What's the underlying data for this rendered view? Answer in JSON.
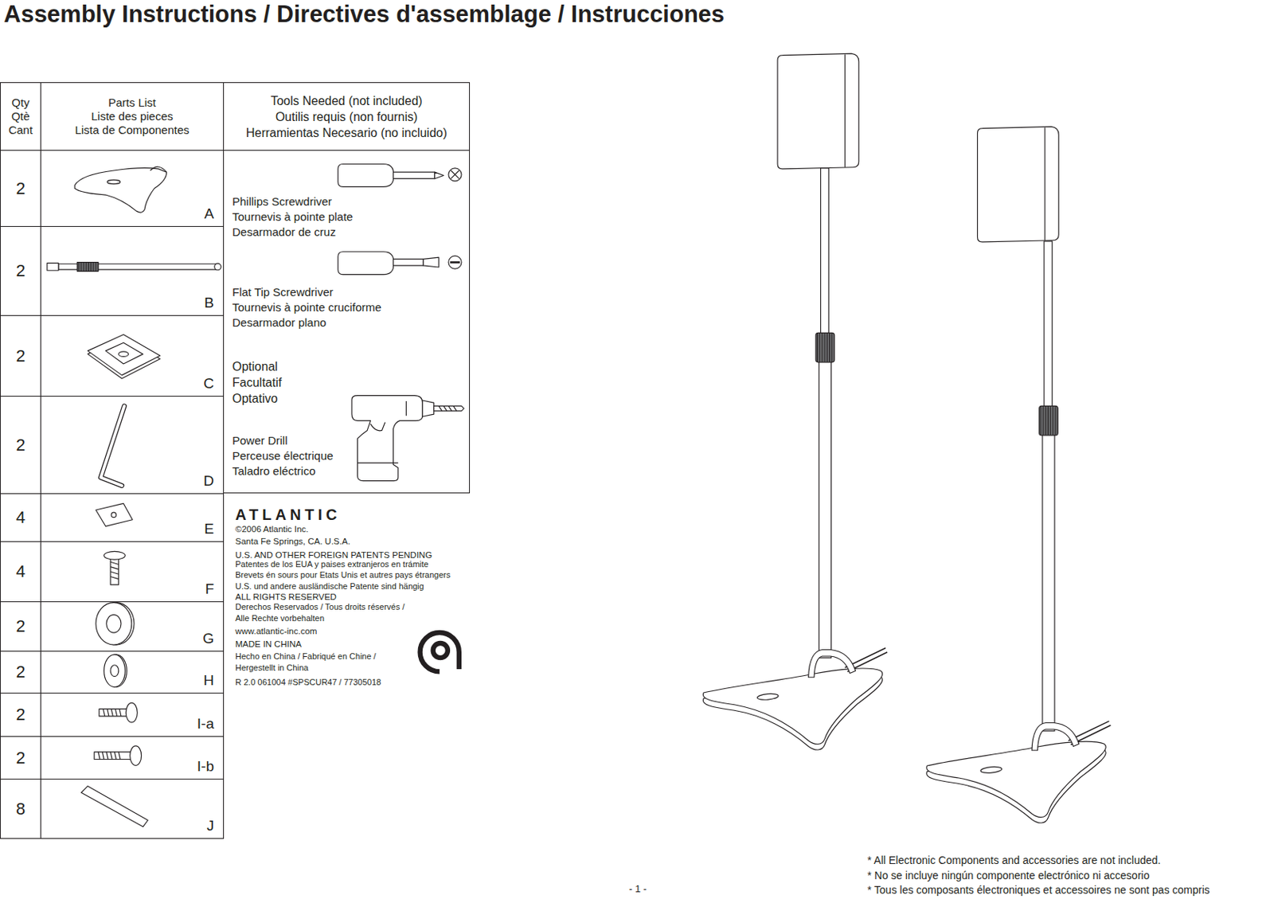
{
  "diagram": {
    "title": "Assembly Instructions / Directives d'assemblage / Instrucciones",
    "nodes": [
      {
        "text": [
          "Qty",
          "Qtè",
          "Cant"
        ]
      },
      {
        "text": [
          "Parts List",
          "Liste des pieces",
          "Lista de Componentes"
        ]
      },
      {
        "text": [
          "Tools Needed (not included)",
          "Outilis requis (non fournis)",
          "Herramientas Necesario (no incluido)"
        ]
      },
      {
        "text": [
          "Phillips Screwdriver",
          "Tournevis à pointe plate",
          "Desarmador de cruz",
          "Flat Tip Screwdriver",
          "Tournevis à pointe cruciforme",
          "Desarmador plano",
          "Optional",
          "Facultatif",
          "Optativo",
          "Power Drill",
          "Perceuse électrique",
          "Taladro eléctrico"
        ]
      },
      {
        "text": [
          "2"
        ]
      },
      {
        "text": [
          "A"
        ]
      },
      {
        "text": [
          "2"
        ]
      },
      {
        "text": [
          "B"
        ]
      },
      {
        "text": [
          "2"
        ]
      },
      {
        "text": [
          "C"
        ]
      },
      {
        "text": [
          "2"
        ]
      },
      {
        "text": [
          "D"
        ]
      },
      {
        "text": [
          "4"
        ]
      },
      {
        "text": [
          "E"
        ]
      },
      {
        "text": [
          "4"
        ]
      },
      {
        "text": [
          "F"
        ]
      },
      {
        "text": [
          "2"
        ]
      },
      {
        "text": [
          "G"
        ]
      },
      {
        "text": [
          "2"
        ]
      },
      {
        "text": [
          "H"
        ]
      },
      {
        "text": [
          "2"
        ]
      },
      {
        "text": [
          "I-a"
        ]
      },
      {
        "text": [
          "2"
        ]
      },
      {
        "text": [
          "I-b"
        ]
      },
      {
        "text": [
          "8"
        ]
      },
      {
        "text": [
          "J"
        ]
      }
    ],
    "labels": [
      "ATLANTIC",
      "©2006 Atlantic Inc.",
      "Santa Fe Springs, CA. U.S.A.",
      "U.S. AND OTHER FOREIGN PATENTS PENDING",
      "Patentes de los EUA y paises extranjeros en trámite",
      "Brevets én sours pour Etats Unis et autres pays étrangers",
      "U.S. und andere ausländische Patente sind hängig",
      "ALL RIGHTS RESERVED",
      "Derechos Reservados / Tous droits réservés /",
      "Alle Rechte vorbehalten",
      "www.atlantic-inc.com",
      "MADE IN CHINA",
      "Hecho en China / Fabriqué en Chine /",
      "Hergestellt in China",
      "R 2.0 061004 #SPSCUR47 / 77305018",
      "- 1 -",
      "* All Electronic Components and accessories are not included.",
      "* No se incluye ningún componente electrónico ni accesorio",
      "* Tous les composants électroniques et accessoires ne sont pas compris"
    ]
  }
}
